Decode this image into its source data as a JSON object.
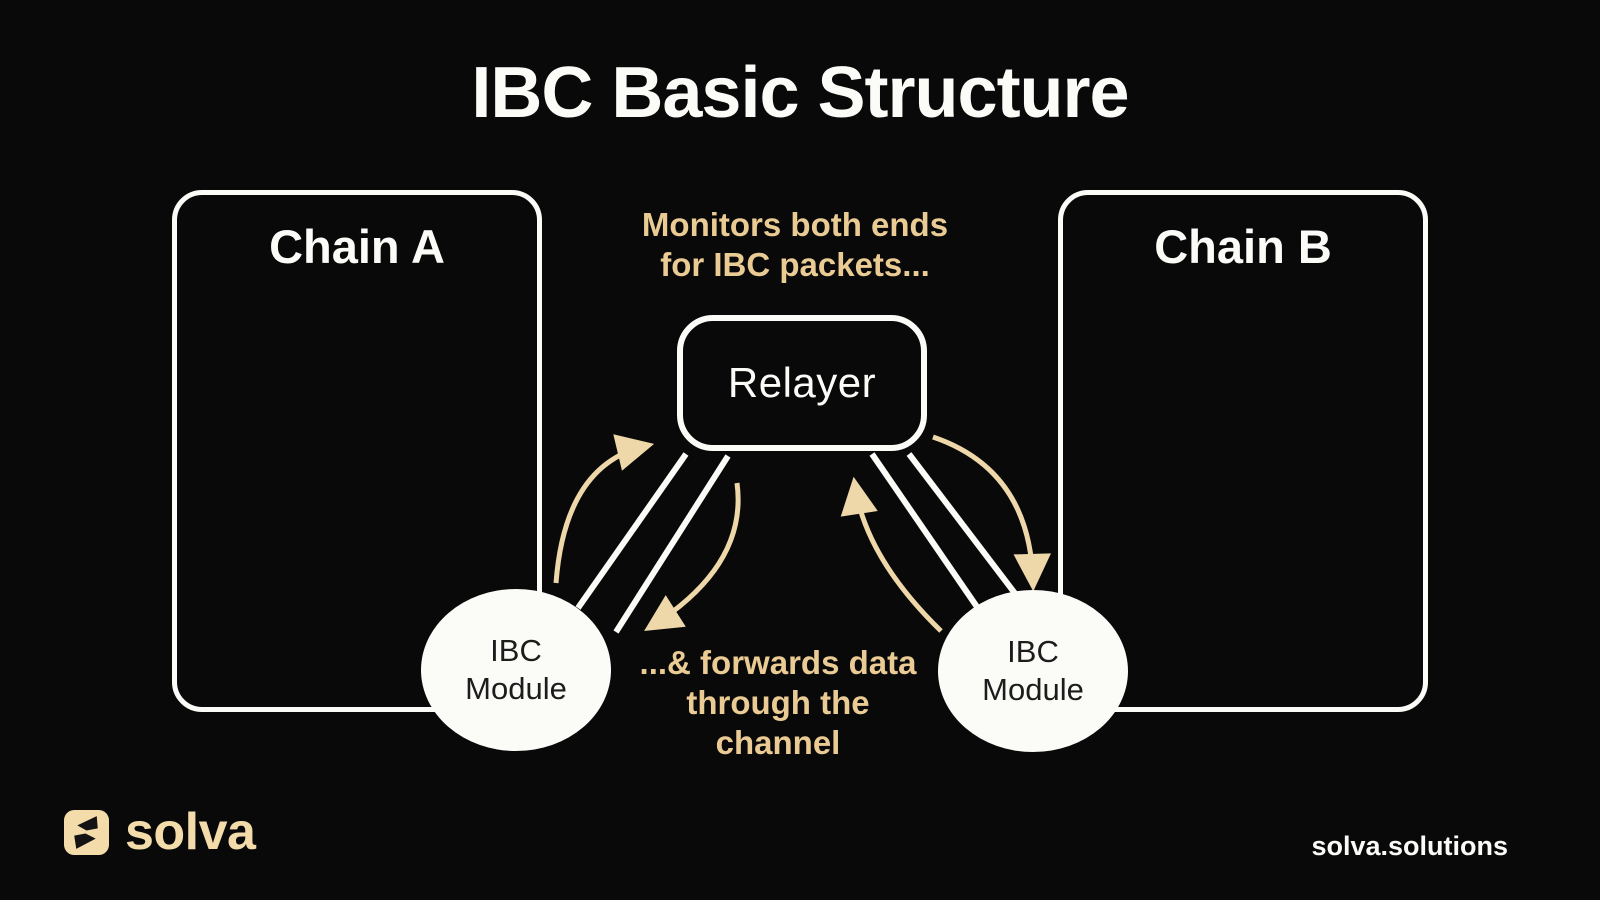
{
  "title": "IBC Basic Structure",
  "colors": {
    "background": "#090909",
    "white": "#fbfbf8",
    "gold-text": "#eacb93",
    "arrow": "#eed7a9",
    "logo-tan": "#f4dcaa",
    "module-text": "#1c1c1c"
  },
  "diagram": {
    "chain_a": {
      "label": "Chain A"
    },
    "chain_b": {
      "label": "Chain B"
    },
    "relayer": {
      "label": "Relayer"
    },
    "module_a": {
      "label": "IBC\nModule"
    },
    "module_b": {
      "label": "IBC\nModule"
    },
    "annotation_monitors": "Monitors both ends\nfor IBC packets...",
    "annotation_forwards": "...& forwards data\nthrough the\nchannel"
  },
  "footer": {
    "brand": "solva",
    "website": "solva.solutions",
    "logo_icon": "swap-arrows-icon"
  }
}
